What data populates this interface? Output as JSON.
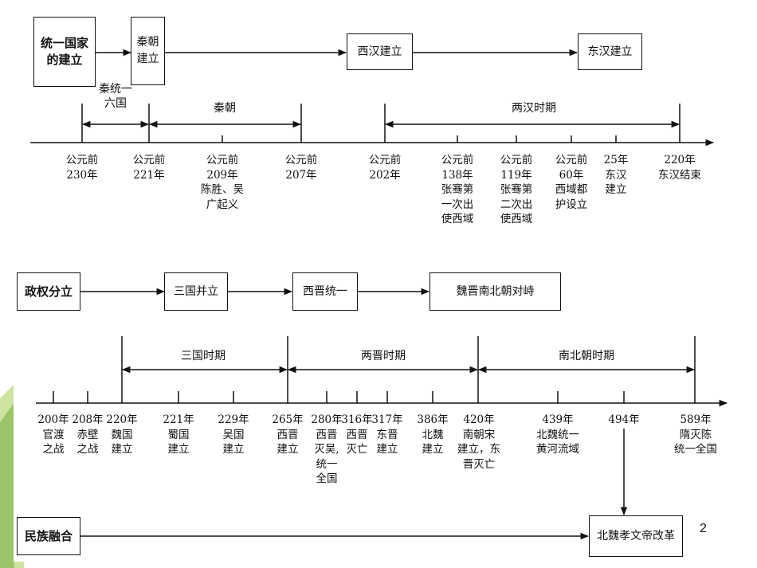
{
  "boxes": {
    "unify": "统一国家\n的建立",
    "qin_found": "秦朝\n建立",
    "xihan_found": "西汉建立",
    "donghan_found": "东汉建立",
    "split": "政权分立",
    "sanguo": "三国并立",
    "xijin_unify": "西晋统一",
    "weijin": "魏晋南北朝对峙",
    "fusion": "民族融合",
    "reform": "北魏孝文帝改革"
  },
  "timeline1": {
    "periods": [
      "秦统一\n六国",
      "秦朝",
      "两汉时期"
    ],
    "events": [
      "公元前\n230年",
      "公元前\n221年",
      "公元前\n209年\n陈胜、吴\n广起义",
      "公元前\n207年",
      "公元前\n202年",
      "公元前\n138年\n张骞第\n一次出\n使西域",
      "公元前\n119年\n张骞第\n二次出\n使西域",
      "公元前\n60年\n西域都\n护设立",
      "25年\n东汉\n建立",
      "220年\n东汉结束"
    ]
  },
  "timeline2": {
    "periods": [
      "三国时期",
      "两晋时期",
      "南北朝时期"
    ],
    "events": [
      "200年\n官渡\n之战",
      "208年\n赤壁\n之战",
      "220年\n魏国\n建立",
      "221年\n蜀国\n建立",
      "229年\n吴国\n建立",
      "265年\n西晋\n建立",
      "280年\n西晋\n灭吴,\n统一\n全国",
      "316年\n西晋\n灭亡",
      "317年\n东晋\n建立",
      "386年\n北魏\n建立",
      "420年\n南朝宋\n建立，东\n晋灭亡",
      "439年\n北魏统一\n黄河流域",
      "494年",
      "589年\n隋灭陈\n统一全国"
    ]
  },
  "page_number": "2"
}
